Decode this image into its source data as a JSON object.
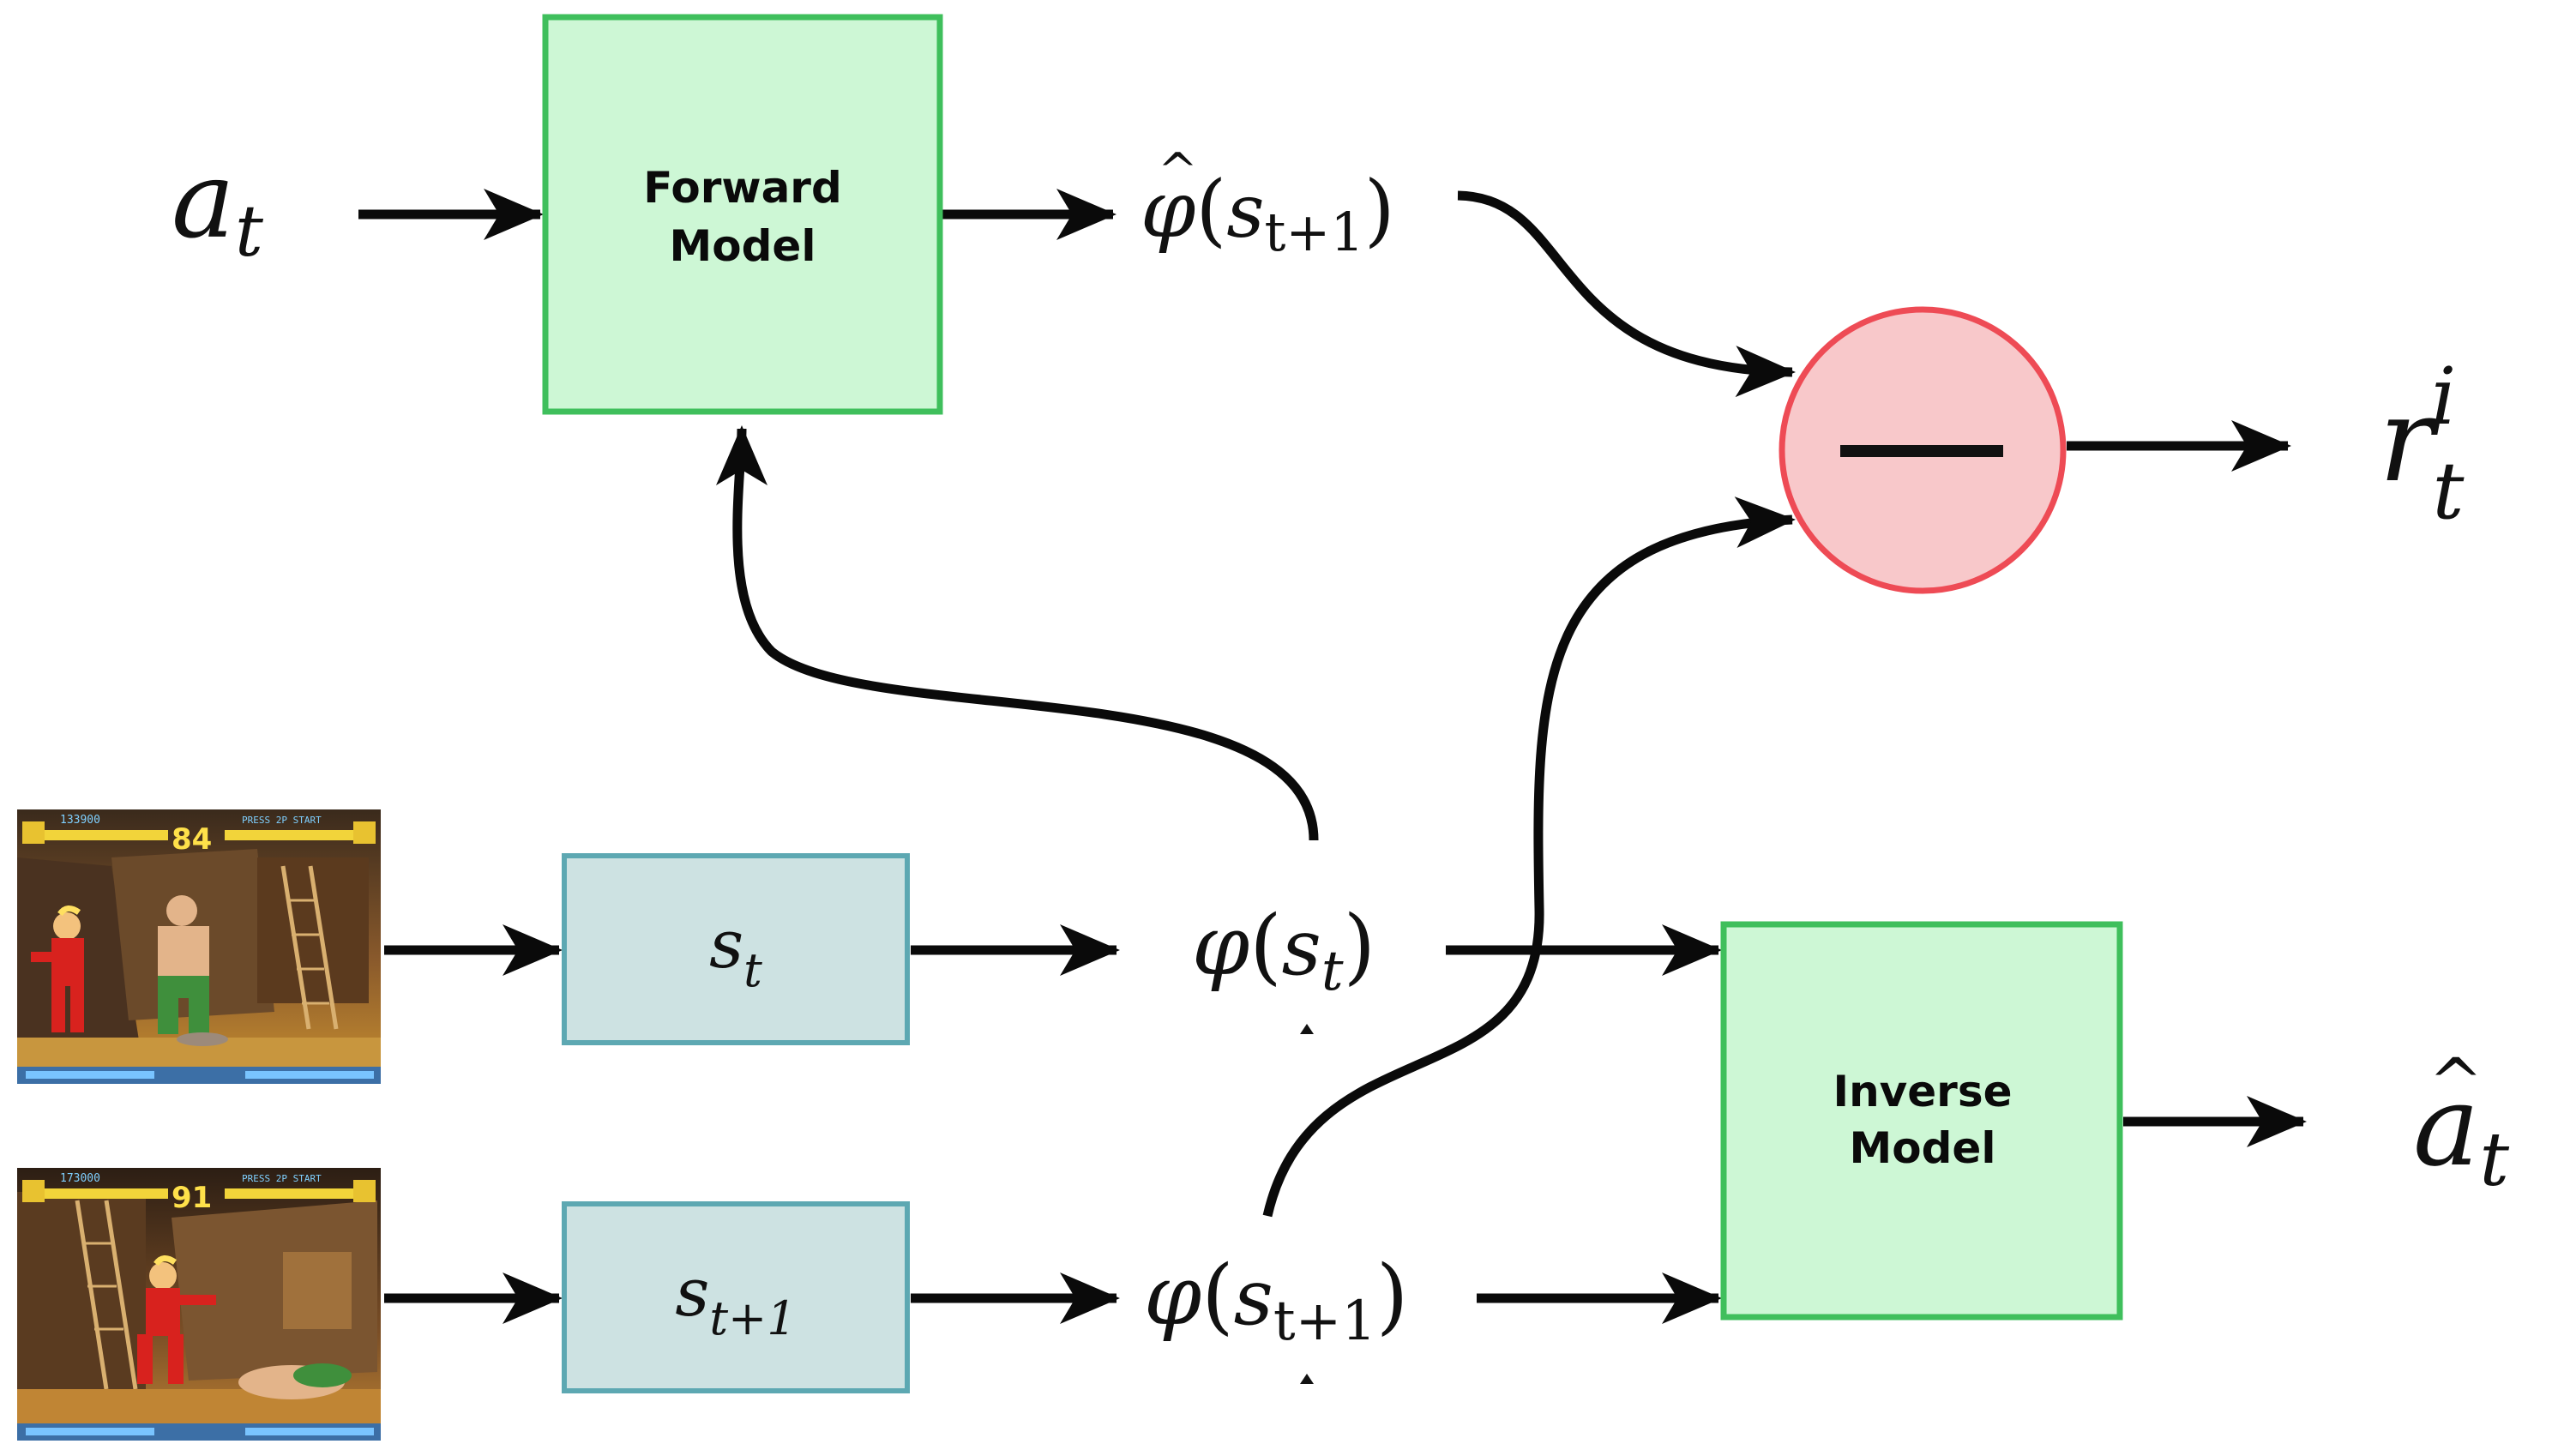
{
  "diagram": {
    "forward_model": {
      "line1": "Forward",
      "line2": "Model"
    },
    "inverse_model": {
      "line1": "Inverse",
      "line2": "Model"
    },
    "subtract_symbol": "−",
    "labels": {
      "action_in": {
        "base": "a",
        "sub": "t"
      },
      "phi_hat_next": {
        "fn": "φ",
        "base": "s",
        "sub": "t+1"
      },
      "reward": {
        "base": "r",
        "sup": "i",
        "sub": "t"
      },
      "state_t": {
        "base": "s",
        "sub": "t"
      },
      "state_t1": {
        "base": "s",
        "sub": "t+1"
      },
      "phi_t": {
        "fn": "φ",
        "base": "s",
        "sub": "t"
      },
      "phi_t1": {
        "fn": "φ",
        "base": "s",
        "sub": "t+1"
      },
      "action_hat": {
        "base": "a",
        "sub": "t"
      }
    },
    "frames": {
      "frame_t": {
        "score": "133900",
        "timer": "84",
        "press": "PRESS 2P START"
      },
      "frame_t1": {
        "score": "173000",
        "timer": "91",
        "press": "PRESS 2P START"
      }
    }
  },
  "colors": {
    "green_fill": "#cdf7d5",
    "green_stroke": "#3fbf5c",
    "teal_fill": "#cde2e2",
    "teal_stroke": "#5da8b2",
    "red_fill": "#f8c8ca",
    "red_stroke": "#ee4b55",
    "arrow": "#0a0a0a"
  }
}
